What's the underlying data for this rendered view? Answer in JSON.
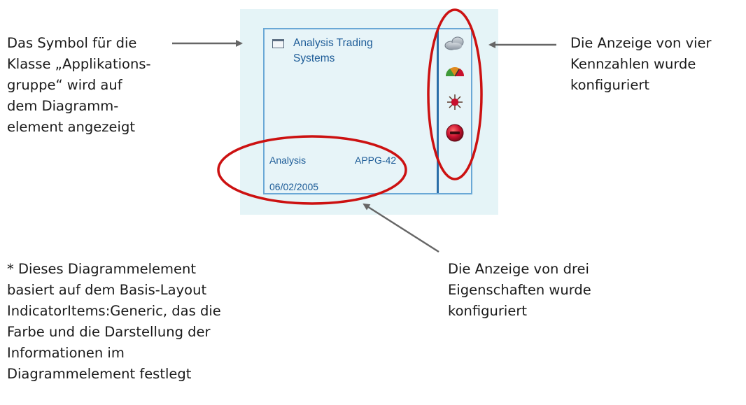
{
  "callouts": {
    "symbol": [
      "Das Symbol für die",
      "Klasse „Applikations-",
      "gruppe“ wird auf",
      "dem Diagramm-",
      "element angezeigt"
    ],
    "kpis": [
      "Die Anzeige von vier",
      "Kennzahlen wurde",
      "konfiguriert"
    ],
    "properties": [
      "Die Anzeige von drei",
      "Eigenschaften wurde",
      "konfiguriert"
    ],
    "footnote": [
      "* Dieses Diagrammelement",
      "basiert auf dem Basis-Layout",
      "IndicatorItems:Generic, das die",
      "Farbe und die Darstellung der",
      "Informationen im",
      "Diagrammelement festlegt"
    ]
  },
  "diagram_element": {
    "title": [
      "Analysis Trading",
      "Systems"
    ],
    "properties": {
      "name": "Analysis",
      "id": "APPG-42",
      "date": "06/02/2005"
    },
    "indicators": [
      "cloud-icon",
      "gauge-icon",
      "sun-icon",
      "no-entry-icon"
    ]
  },
  "colors": {
    "panel_background": "#e5f4f7",
    "element_border": "#6aa8d6",
    "element_text": "#1c5b97",
    "highlight_ellipse": "#cc1111",
    "arrow": "#666666"
  }
}
